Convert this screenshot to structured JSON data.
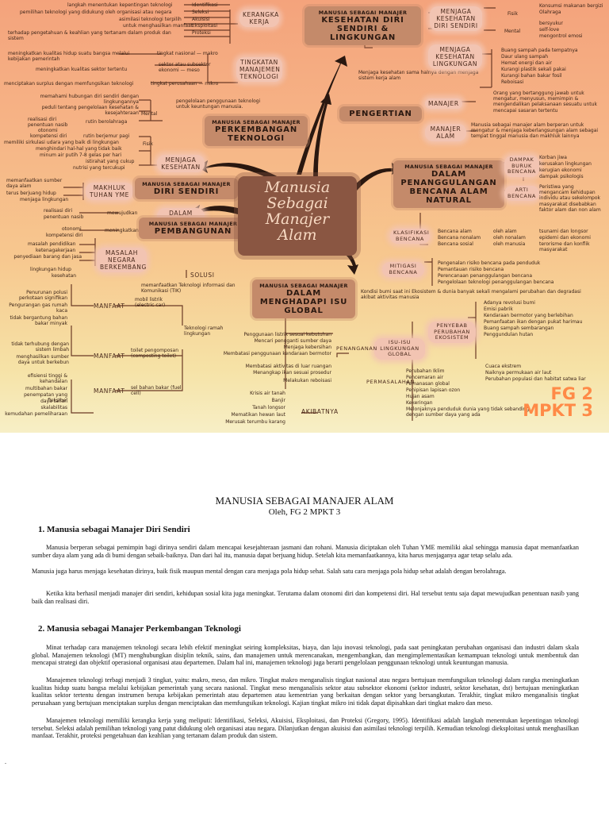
{
  "mindmap": {
    "centre_title": [
      "Manusia",
      "Sebagai",
      "Manajer",
      "Alam"
    ],
    "watermark": [
      "FG 2",
      "MPKT 3"
    ],
    "tech": {
      "topics": [
        "langkah menentukan kepentingan teknologi",
        "pemilihan teknologi yang didukung oleh organisasi atau negara",
        "asimilasi teknologi terpilih",
        "untuk menghasilkan manfaat",
        "terhadap pengetahuan & keahlian yang tertanam dalam produk dan sistem"
      ],
      "framework": [
        "Identifikasi",
        "Seleksi",
        "Akuisisi",
        "Eksploitasi",
        "Proteksi"
      ],
      "framework_label": "KERANGKA KERJA",
      "level_label": "TINGKATAN MANAJEMEN TEKNOLOGI",
      "levels": [
        {
          "desc": "meningkatkan kualitas hidup suatu bangsa melalui kebijakan pemerintah",
          "name": "tingkat nasional — makro"
        },
        {
          "desc": "meningkatkan kualitas sektor tertentu",
          "name": "sektor atau subsektor ekonomi — meso"
        },
        {
          "desc": "menciptakan surplus dengan memfungsikan teknologi",
          "name": "tingkat perusahaan — mikro"
        }
      ],
      "header_small": "MANUSIA SEBAGAI MANAJER",
      "header": "PERKEMBANGAN TEKNOLOGI",
      "extra": "pengelolaan penggunaan teknologi untuk keuntungan manusia."
    },
    "self": {
      "header_small": "MANUSIA SEBAGAI MANAJER",
      "header": "DIRI SENDIRI",
      "mental": [
        "memahami hubungan diri sendiri dengan lingkungannya",
        "peduli tentang pengelolaan kesehatan & kesejahteraan",
        "realisasi diri",
        "penentuan nasib",
        "rutin berolahraga",
        "otonomi",
        "kompetensi diri"
      ],
      "mental_label": "Mental",
      "fisik": [
        "rutin berjemur pagi",
        "memiliki sirkulasi udara yang baik di lingkungan",
        "menghindari hal-hal yang tidak baik",
        "minum air putih 7-8 gelas per hari",
        "istirahat yang cukup",
        "nutrisi yang tercukupi"
      ],
      "fisik_label": "Fisik",
      "health_label": "MENJAGA KESEHATAN",
      "creature": [
        "memanfaatkan sumber daya alam",
        "terus berjuang hidup",
        "menjaga lingkungan"
      ],
      "creature_label": "MAKHLUK TUHAN YME",
      "social": [
        "realisasi diri",
        "penentuan nasib",
        "otonomi",
        "kompetensi diri"
      ],
      "social_verbs": [
        "mewujudkan",
        "meningkatkan"
      ],
      "social_label": "DALAM KEHIDUPAN SOSIAL"
    },
    "dev": {
      "header_small": "MANUSIA SEBAGAI MANAJER",
      "header": "PEMBANGUNAN",
      "society_label": "MASALAH NEGARA BERKEMBANG",
      "society": [
        "masalah pendidikan",
        "ketenagakerjaan",
        "penyediaan barang dan jasa",
        "lingkungan hidup",
        "kesehatan"
      ],
      "solusi": "SOLUSI",
      "solusi_note": "memanfaatkan Teknologi informasi dan Komunikasi (TIK)",
      "problems": [
        [
          "Penurunan polusi perkotaan signifikan",
          "Pengurangan gas rumah kaca",
          "tidak bergantung bahan bakar minyak"
        ],
        [
          "tidak terhubung dengan sistem limbah",
          "menghasilkan sumber daya untuk berkebun"
        ],
        [
          "efisiensi tinggi & kehandalan",
          "multibahan bakar",
          "penempatan yang fleksibel",
          "daya tahan",
          "skalabilitas",
          "kemudahan pemeliharaan"
        ]
      ],
      "manfaat": "MANFAAT",
      "tools": [
        "mobil listrik (electric car)",
        "toilet pengomposan (composting toilet)",
        "sel bahan bakar (fuel cell)"
      ],
      "green": "Teknologi ramah lingkungan"
    },
    "health": {
      "header_small": "MANUSIA SEBAGAI MANAJER",
      "header": "KESEHATAN DIRI SENDIRI & LINGKUNGAN",
      "note": "Menjaga kesehatan sama halnya dengan menjaga sistem kerja alam",
      "self_label": "MENJAGA KESEHATAN DIRI SENDIRI",
      "fisik_label": "Fisik",
      "fisik": [
        "Konsumsi makanan bergizi",
        "Olahraga"
      ],
      "mental_label": "Mental",
      "mental": [
        "bersyukur",
        "self-love",
        "mengontrol emosi"
      ],
      "env_label": "MENJAGA KESEHATAN LINGKUNGAN",
      "env": [
        "Buang sampah pada tempatnya",
        "Daur ulang sampah",
        "Hemat energi dan air",
        "Kurangi plastik sekali pakai",
        "Kurangi bahan bakar fosil",
        "Reboisasi"
      ]
    },
    "def": {
      "header": "PENGERTIAN",
      "manajer_label": "MANAJER",
      "manajer": "Orang yang bertanggung jawab untuk mengatur, menyusun, memimpin & mengendalikan pelaksanaan sesuatu untuk mencapai sasaran tertentu",
      "alam_label": "MANAJER ALAM",
      "alam": "Manusia sebagai manajer alam berperan untuk mengatur & menjaga keberlangsungan alam sebagai tempat tinggal manusia dan makhluk lainnya"
    },
    "disaster": {
      "header_small": "MANUSIA SEBAGAI MANAJER",
      "header": "DALAM PENANGGULANGAN BENCANA ALAM NATURAL",
      "impact_label": "DAMPAK BURUK BENCANA",
      "impact": [
        "Korban jiwa",
        "kerusakan lingkungan",
        "kerugian ekonomi",
        "dampak psikologis"
      ],
      "arti_label": "ARTI BENCANA",
      "arti": "Peristiwa yang mengancam kehidupan individu atau sekelompok masyarakat disebabkan faktor alam dan non alam",
      "class_label": "KLASIFIKASI BENCANA",
      "classes": [
        {
          "name": "Bencana alam",
          "by": "oleh alam",
          "ex": "tsunami dan longsor"
        },
        {
          "name": "Bencana nonalam",
          "by": "oleh nonalam",
          "ex": "epidemi dan ekonomi"
        },
        {
          "name": "Bencana sosial",
          "by": "oleh manusia",
          "ex": "terorisme dan konflik masyarakat"
        }
      ],
      "mit_label": "MITIGASI BENCANA",
      "mitigation": [
        "Pengenalan risiko bencana pada penduduk",
        "Pemantauan risiko bencana",
        "Perencanaan penanggulangan bencana",
        "Pengelolaan teknologi penanggulangan bencana"
      ]
    },
    "global": {
      "header_small": "MANUSIA SEBAGAI MANAJER",
      "header": "DALAM MENGHADAPI ISU GLOBAL",
      "note": "Kondisi bumi saat ini Ekosistem & dunia banyak sekali mengalami perubahan dan degradasi akibat aktivitas manusia",
      "issue_label": "ISU-ISU LINGKUNGAN GLOBAL",
      "cause_label": "PENYEBAB PERUBAHAN EKOSISTEM",
      "causes": [
        "Adanya revolusi bumi",
        "Emisi pabrik",
        "Kendaraan bermotor yang berlebihan",
        "Pemanfaatan ikan dengan pukat harimau",
        "Buang sampah sembarangan",
        "Penggundulan hutan"
      ],
      "problem_label": "PERMASALAHAN",
      "problems": [
        "Perubahan Iklim",
        "Pencemaran air",
        "Pemanasan global",
        "Penipisan lapisan ozon",
        "Hujan asam",
        "Kekeringan",
        "Melonjaknya penduduk dunia yang tidak sebanding dengan sumber daya yang ada"
      ],
      "problem_ex": [
        "Cuaca ekstrem",
        "Naiknya permukaan air laut",
        "Perubahan populasi dan habitat satwa liar"
      ],
      "solution_label": "PENANGANAN",
      "solutions": [
        "Penggunaan listrik sesuai kebutuhan",
        "Mencari pengganti sumber daya",
        "Menjaga kebersihan",
        "Membatasi penggunaan kendaraan bermotor",
        "Membatasi aktivitas di luar ruangan",
        "Menangkap ikan sesuai prosedur",
        "Melakukan reboisasi"
      ],
      "result_label": "AKIBATNYA",
      "results": [
        "Krisis air tanah",
        "Banjir",
        "Tanah longsor",
        "Mematikan hewan laut",
        "Merusak terumbu karang"
      ]
    }
  },
  "document": {
    "title": "MANUSIA SEBAGAI MANAJER ALAM",
    "byline": "Oleh, FG 2 MPKT 3",
    "s1_heading": "1. Manusia sebagai Manajer Diri Sendiri",
    "s1_p1": "Manusia berperan sebagai pemimpin bagi dirinya sendiri dalam mencapai kesejahteraan jasmani dan rohani. Manusia diciptakan oleh Tuhan YME memiliki akal sehingga manusia dapat memanfaatkan sumber daya alam yang ada di bumi dengan sebaik-baiknya. Dan dari hal itu, manusia dapat berjuang hidup. Setelah kita memanfaatkannya, kita harus menjaganya agar tetap selalu ada.",
    "s1_p2": "Manusia juga harus menjaga kesehatan dirinya, baik fisik maupun mental dengan cara menjaga pola hidup sehat. Salah satu cara menjaga pola hidup sehat adalah dengan berolahraga.",
    "s1_p3": "Ketika kita berhasil menjadi manajer diri sendiri, kehidupan sosial kita juga meningkat. Terutama dalam otonomi diri dan kompetensi diri. Hal tersebut tentu saja dapat mewujudkan penentuan nasib yang baik dan realisasi diri.",
    "s2_heading": "2. Manusia sebagai Manajer Perkembangan Teknologi",
    "s2_p1": "Minat terhadap cara manajemen teknologi secara lebih efektif meningkat seiring kompleksitas, biaya, dan laju inovasi teknologi, pada saat peningkatan perubahan organisasi dan industri dalam skala global. Manajemen teknologi (MT) menghubungkan disiplin teknik, sains, dan manajemen untuk merencanakan, mengembangkan, dan mengimplementasikan kemampuan teknologi untuk membentuk dan mencapai strategi dan objektif operasional organisasi atau departemen. Dalam hal ini, manajemen teknologi juga berarti pengelolaan penggunaan teknologi untuk keuntungan manusia.",
    "s2_p2": "Manajemen teknologi terbagi menjadi 3 tingkat, yaitu: makro, meso, dan mikro. Tingkat makro menganalisis tingkat nasional atau negara bertujuan memfungsikan teknologi dalam rangka meningkatkan kualitas hidup suatu bangsa melalui kebijakan pemerintah yang secara nasional. Tingkat meso menganalisis sektor atau subsektor ekonomi (sektor industri, sektor kesehatan, dst) bertujuan meningkatkan kualitas sektor tertentu dengan instrumen berupa kebijakan pemerintah atau departemen atau kementrian yang berkaitan dengan sektor yang bersangkutan. Terakhir, tingkat mikro menganalisis tingkat perusahaan yang bertujuan menciptakan surplus dengan menciptakan dan memfungsikan teknologi. Kajian tingkat mikro ini tidak dapat dipisahkan dari tingkat makro dan meso.",
    "s2_p3": "Manajemen teknologi memiliki kerangka kerja yang meliputi: Identifikasi, Seleksi, Akuisisi, Eksploitasi, dan Proteksi (Gregory, 1995). Identifikasi adalah langkah menentukan kepentingan teknologi tersebut. Seleksi adalah pemilihan teknologi yang patut didukung oleh organisasi atau negara. Dilanjutkan dengan akuisisi dan asimilasi teknologi terpilih. Kemudian teknologi dieksploitasi untuk menghasilkan manfaat. Terakhir, proteksi pengetahuan dan keahlian yang tertanam dalam produk dan sistem.",
    "page_mark": "."
  }
}
